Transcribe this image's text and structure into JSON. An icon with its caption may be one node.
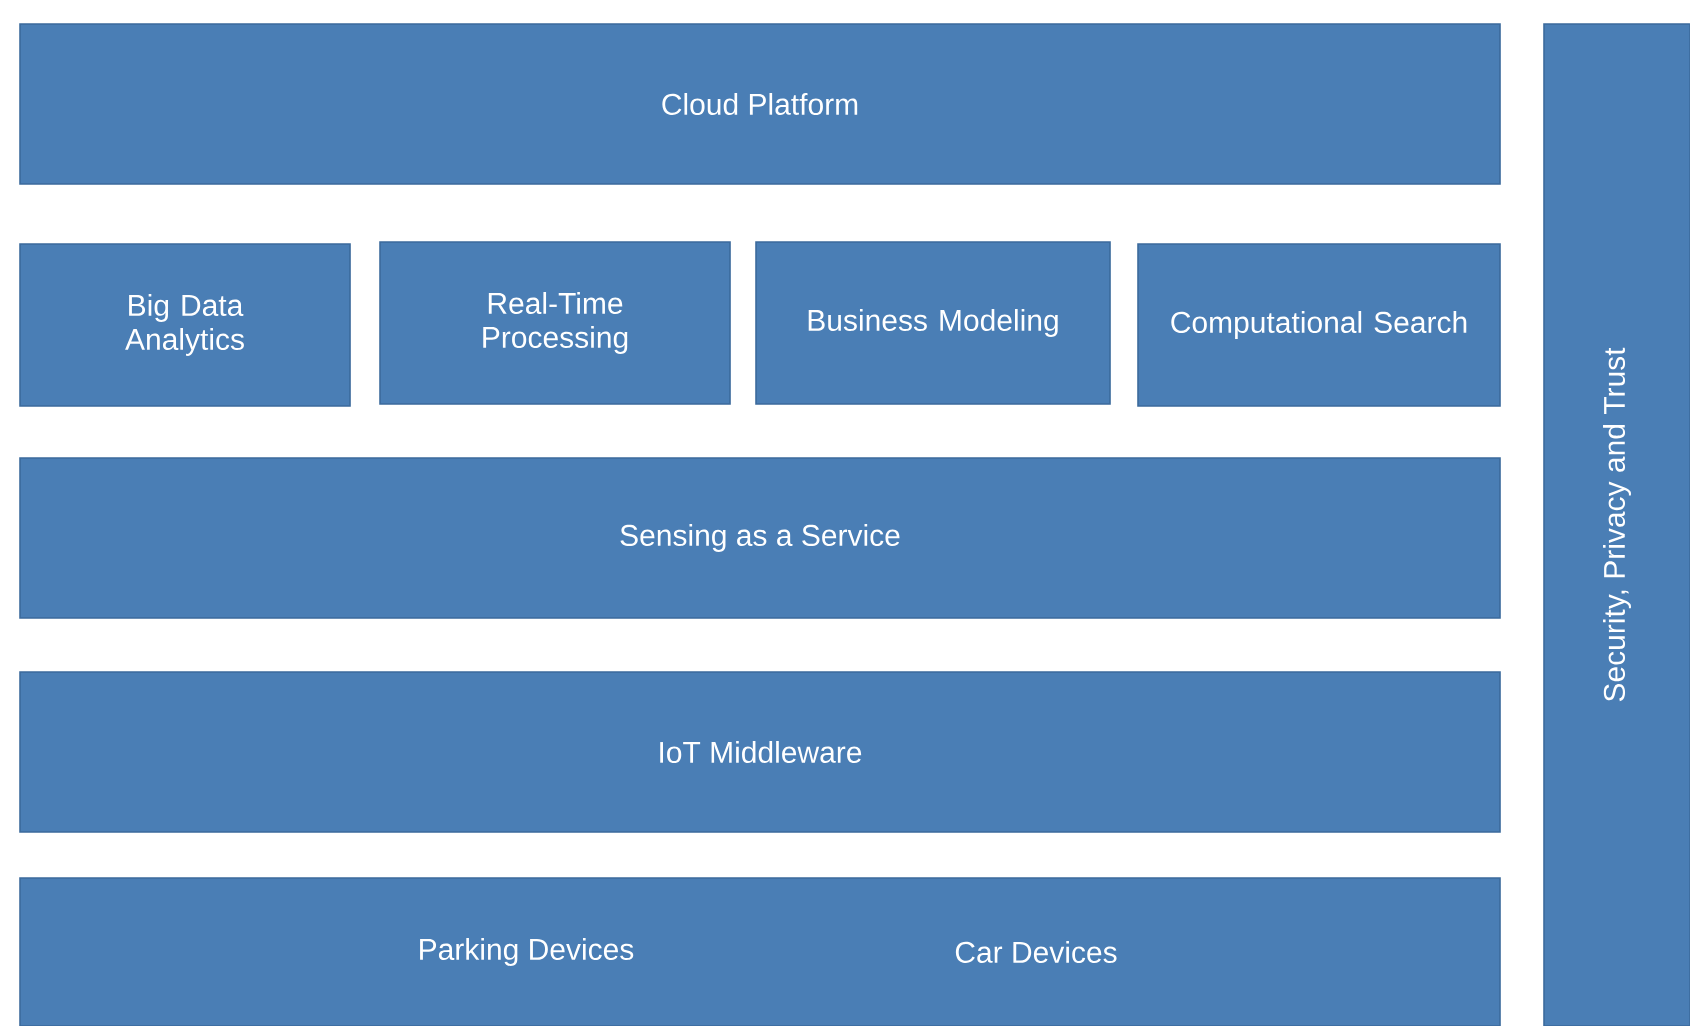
{
  "diagram": {
    "nodes": [
      {
        "text": [
          "Cloud Platform"
        ]
      },
      {
        "text": [
          "Big Data Analytics"
        ]
      },
      {
        "text": [
          "Real-Time Processing"
        ]
      },
      {
        "text": [
          "Business Modeling"
        ]
      },
      {
        "text": [
          "Computational Search"
        ]
      },
      {
        "text": [
          "Sensing as a Service"
        ]
      },
      {
        "text": [
          "IoT Middleware"
        ]
      },
      {
        "text": [
          "Parking Devices",
          "Car Devices"
        ]
      },
      {
        "text": [
          "Security, Privacy and Trust"
        ]
      }
    ]
  }
}
